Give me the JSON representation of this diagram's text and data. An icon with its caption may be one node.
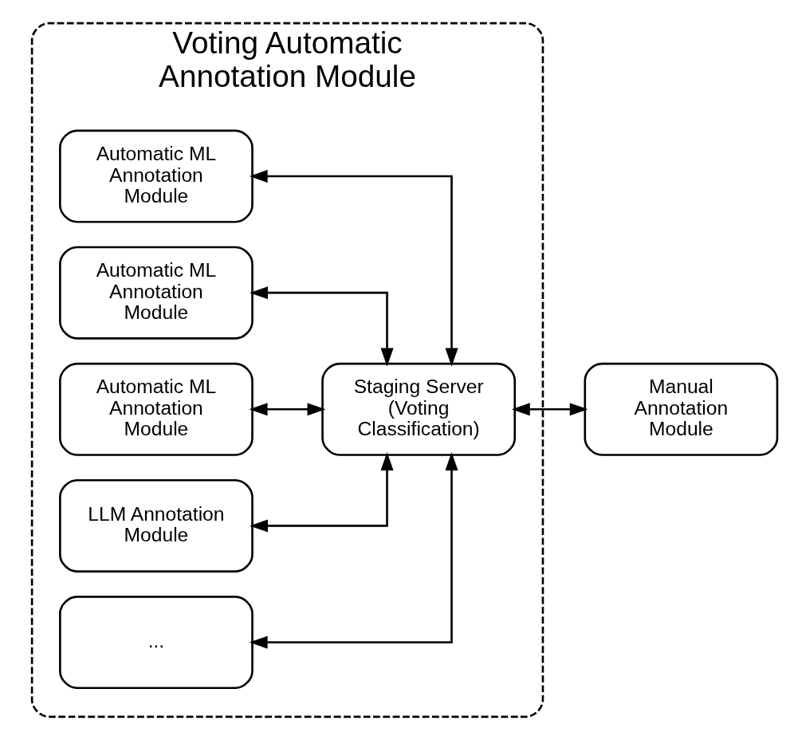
{
  "diagram": {
    "nodes": [
      {
        "text": [
          "Voting Automatic Annotation Module"
        ]
      },
      {
        "text": [
          "Automatic ML Annotation Module"
        ],
        "in": 0
      },
      {
        "text": [
          "Automatic ML Annotation Module"
        ],
        "in": 0
      },
      {
        "text": [
          "Automatic ML Annotation Module"
        ],
        "in": 0
      },
      {
        "text": [
          "LLM Annotation Module"
        ],
        "in": 0
      },
      {
        "text": [
          "..."
        ],
        "in": 0
      },
      {
        "text": [
          "Staging Server (Voting Classification)"
        ],
        "in": 0
      },
      {
        "text": [
          "Manual Annotation Module"
        ]
      }
    ],
    "edges": [
      {
        "from": 6,
        "to": 1,
        "arrow": "both"
      },
      {
        "from": 6,
        "to": 2,
        "arrow": "both"
      },
      {
        "from": 6,
        "to": 3,
        "arrow": "both"
      },
      {
        "from": 6,
        "to": 4,
        "arrow": "both"
      },
      {
        "from": 6,
        "to": 5,
        "arrow": "both"
      },
      {
        "from": 6,
        "to": 7,
        "arrow": "both"
      }
    ]
  }
}
